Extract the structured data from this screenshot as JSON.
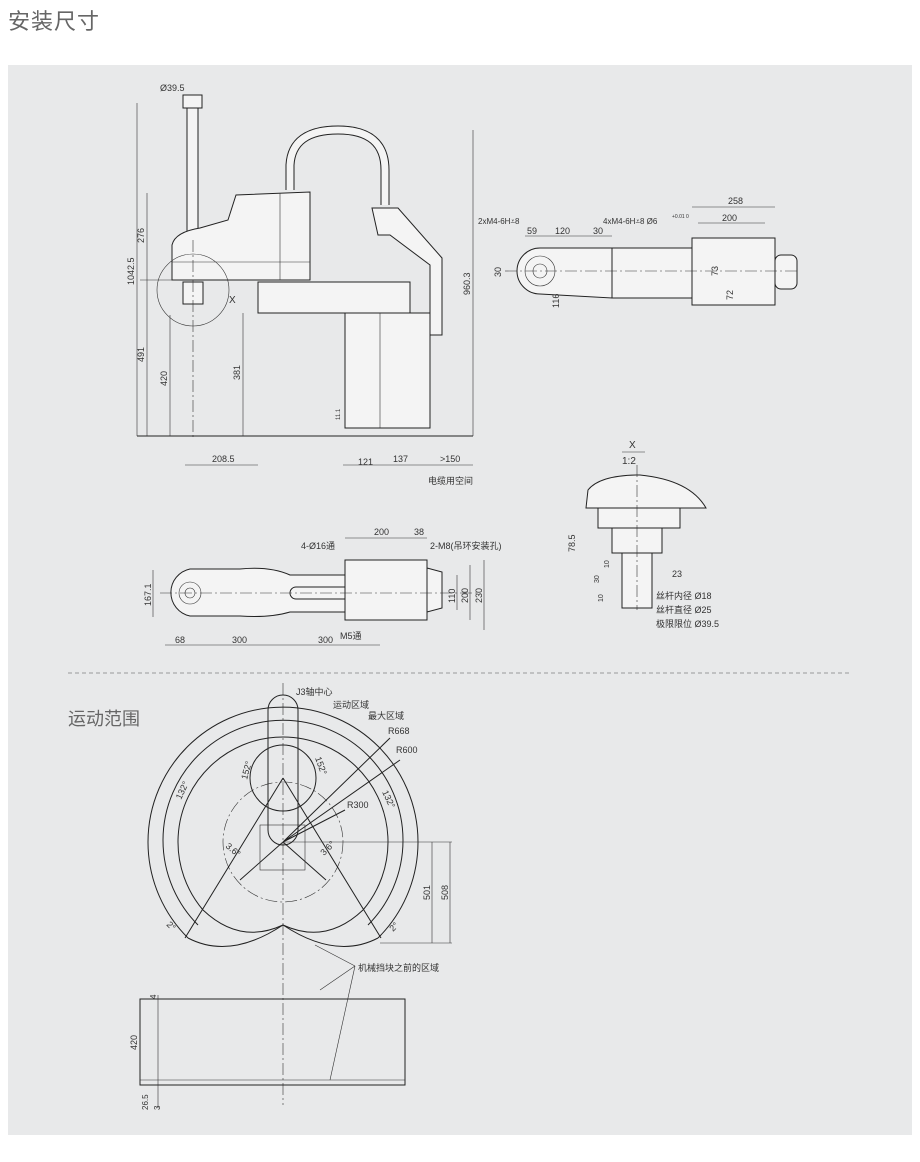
{
  "page_title": "安装尺寸",
  "motion_section_title": "运动范围",
  "side_view": {
    "shaft_dia": "Ø39.5",
    "detail_mark": "X",
    "dims": {
      "total_height": "1042.5",
      "upper": "276",
      "lower": "491",
      "stroke": "420",
      "arm_height": "381",
      "cable_height": "960.3",
      "small": "11.1",
      "offset": "208.5",
      "base1": "121",
      "base2": "137",
      "cable_clear": ">150"
    },
    "cable_space": "电缆用空间"
  },
  "top_view": {
    "hole_note_1": "2xM4-6H⩡8",
    "hole_note_2": "4xM4-6H⩡8 Ø6",
    "tolerance": "+0.01 0",
    "dims": {
      "w258": "258",
      "w200": "200",
      "d59": "59",
      "d120": "120",
      "d30": "30",
      "h30": "30",
      "h116": "116",
      "h73": "73",
      "h72": "72"
    }
  },
  "plan_view": {
    "hole_note_1": "4-Ø16通",
    "hole_note_2": "2-M8(吊环安装孔)",
    "tap_note": "M5通",
    "dims": {
      "w200": "200",
      "w38": "38",
      "h167": "167.1",
      "h110": "110",
      "h200": "200",
      "h230": "230",
      "l68": "68",
      "l300a": "300",
      "l300b": "300"
    }
  },
  "detail_x": {
    "title": "X",
    "scale": "1:2",
    "dims": {
      "h78": "78.5",
      "h10a": "10",
      "h30": "30",
      "h10b": "10",
      "w23": "23"
    },
    "notes": [
      "丝杆内径 Ø18",
      "丝杆直径 Ø25",
      "极限限位 Ø39.5"
    ]
  },
  "motion_range": {
    "labels": {
      "j3_center": "J3轴中心",
      "motion_area": "运动区域",
      "max_area": "最大区域",
      "r668": "R668",
      "r600": "R600",
      "r300": "R300",
      "stop_area": "机械挡块之前的区域"
    },
    "angles": {
      "a152l": "152°",
      "a152r": "152°",
      "a132l": "132°",
      "a132r": "132°",
      "a36l": "3.6°",
      "a36r": "3.6°",
      "a2l": "2°",
      "a2r": "2°"
    },
    "dims": {
      "d501": "501",
      "d508": "508",
      "d4": "4",
      "d420": "420",
      "d265": "26.5",
      "d3": "3"
    }
  }
}
